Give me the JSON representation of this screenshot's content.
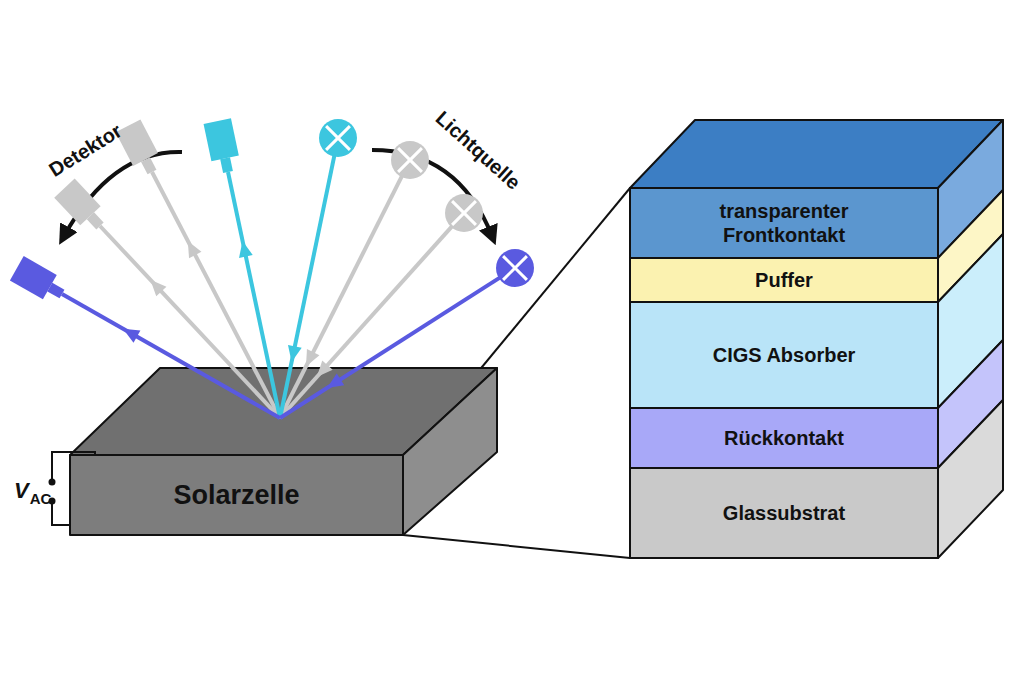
{
  "diagram": {
    "nodes": [
      {
        "text": [
          "Solarzelle"
        ]
      },
      {
        "text": [
          "transparenter Frontkontakt"
        ]
      },
      {
        "text": [
          "Puffer"
        ]
      },
      {
        "text": [
          "CIGS Absorber"
        ]
      },
      {
        "text": [
          "Rückkontakt"
        ]
      },
      {
        "text": [
          "Glassubstrat"
        ]
      }
    ],
    "labels": [
      "Detektor",
      "Lichtquelle",
      "V",
      "AC"
    ]
  }
}
